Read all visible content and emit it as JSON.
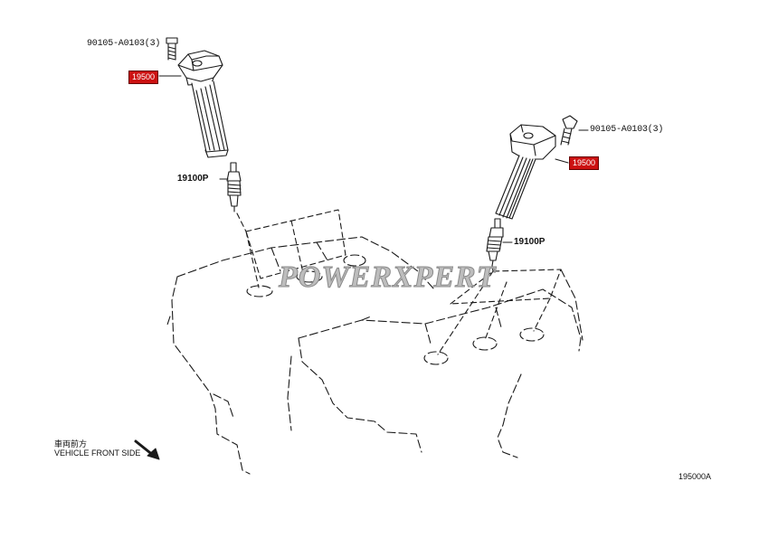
{
  "labels": {
    "bolt_left": "90105-A0103(3)",
    "bolt_right": "90105-A0103(3)",
    "coil_left": "19500",
    "coil_right": "19500",
    "plug_left": "19100P",
    "plug_right": "19100P"
  },
  "watermark": "POWERXPERT",
  "vehicle_front_cjk": "車両前方",
  "vehicle_front_en": "VEHICLE FRONT SIDE",
  "figure_number": "195000A",
  "colors": {
    "line": "#1a1a1a",
    "tag_bg": "#cc1111",
    "watermark": "#bdbdbd"
  }
}
